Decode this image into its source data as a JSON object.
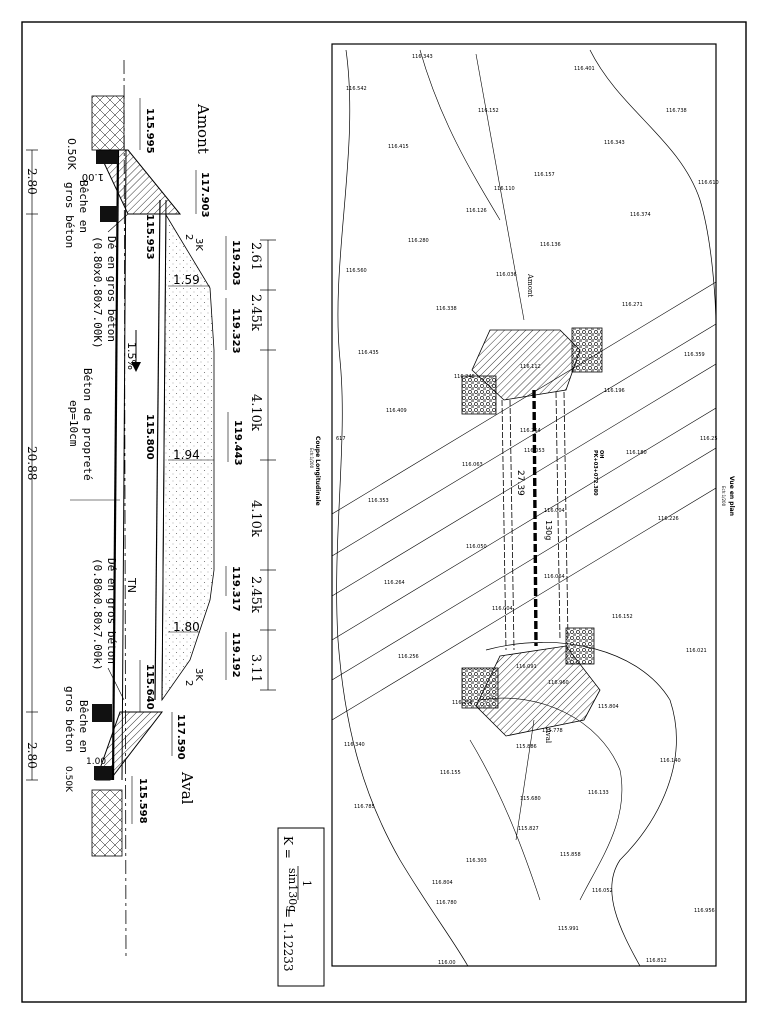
{
  "section": {
    "title": "Coupe Longitudinale",
    "scale": "Ech:1/200",
    "amont_label": "Amont",
    "aval_label": "Aval",
    "elevations": {
      "e115_995": "115.995",
      "e117_903": "117.903",
      "e115_953": "115.953",
      "e119_203": "119.203",
      "e119_323": "119.323",
      "e115_800": "115.800",
      "e119_443": "119.443",
      "e119_317": "119.317",
      "e119_192": "119.192",
      "e115_640": "115.640",
      "e117_590": "117.590",
      "e115_598": "115.598"
    },
    "spans": [
      "2.61",
      "2.45k",
      "4.10k",
      "4.10k",
      "2.45k",
      "3.11"
    ],
    "heights": {
      "h1": "1.59",
      "h2": "1.94",
      "h3": "1.80"
    },
    "slope": "1.5%",
    "tn": "TN",
    "one_top": "1.00",
    "one_bot": "1.00",
    "k_top": "0.50K",
    "k_bot": "0.50K",
    "slope_top_a": "3K",
    "slope_top_b": "2",
    "slope_bot_a": "3K",
    "slope_bot_b": "2",
    "beche_top": [
      "Bêche en",
      "gros béton"
    ],
    "beche_bot": [
      "Bêche en",
      "gros béton"
    ],
    "de_top": [
      "Dé en gros béton",
      "(0.80x0.80x7.00K)"
    ],
    "de_bot": [
      "Dé en gros béton",
      "(0.80x0.80x7.00k)"
    ],
    "proprete": [
      "Béton de propreté",
      "ep=10cm"
    ],
    "dims": {
      "left": "2.80",
      "mid": "20.88",
      "right": "2.80"
    }
  },
  "formula": {
    "lhs": "K =",
    "num": "1",
    "den": "sin130g",
    "rhs": "= 1.12233"
  },
  "plan": {
    "title": "Vue en plan",
    "scale": "Ech:1/200",
    "ouvrage": [
      "OH",
      "PK+03+072.380"
    ],
    "amont_label": "Amont",
    "aval_label": "Aval",
    "length": "27.39",
    "angle": "130g",
    "spots": [
      "116.343",
      "116.401",
      "116.542",
      "116.152",
      "116.738",
      "116.415",
      "116.343",
      "116.157",
      "116.610",
      "116.110",
      "116.126",
      "116.374",
      "116.280",
      "116.136",
      "116.560",
      "116.036",
      "116.338",
      "116.271",
      "116.435",
      "116.359",
      "116.248",
      "116.112",
      "116.196",
      "116.409",
      "116.254",
      "116.053",
      "116.25",
      "116.063",
      "116.180",
      "116.353",
      "116.226",
      "116.050",
      "116.004",
      "116.264",
      "116.064",
      "116.004",
      "116.152",
      "116.256",
      "116.021",
      "116.091",
      "116.960",
      "116.208",
      "115.804",
      "115.778",
      "116.340",
      "115.886",
      "116.140",
      "116.155",
      "116.133",
      "115.680",
      "116.785",
      "115.827",
      "116.303",
      "115.858",
      "116.804",
      "116.052",
      "116.780",
      "115.991",
      "116.956",
      "116.812",
      "116.00",
      "617"
    ]
  }
}
